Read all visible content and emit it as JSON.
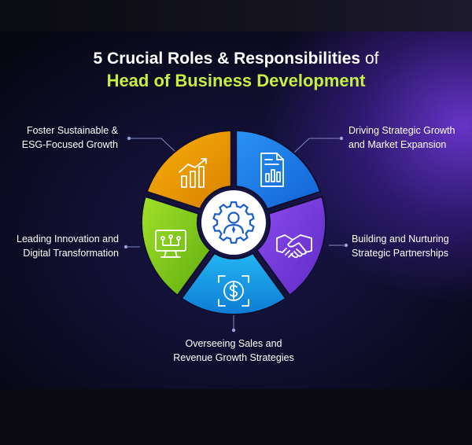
{
  "title": {
    "line1_main": "5 Crucial Roles & Responsibilities",
    "line1_suffix": "of",
    "line2": "Head of Business Development"
  },
  "roles": [
    {
      "line1": "Foster Sustainable &",
      "line2": "ESG-Focused Growth",
      "icon": "growth-chart-icon",
      "color": "#f5a800"
    },
    {
      "line1": "Driving Strategic Growth",
      "line2": "and Market Expansion",
      "icon": "report-document-icon",
      "color": "#1e80f0"
    },
    {
      "line1": "Building and Nurturing",
      "line2": "Strategic Partnerships",
      "icon": "handshake-icon",
      "color": "#7b3fe0"
    },
    {
      "line1": "Overseeing Sales and",
      "line2": "Revenue Growth Strategies",
      "icon": "dollar-target-icon",
      "color": "#1aa6ea"
    },
    {
      "line1": "Leading Innovation and",
      "line2": "Digital Transformation",
      "icon": "digital-monitor-icon",
      "color": "#8cd21a"
    }
  ],
  "center_icon": "gear-person-icon"
}
